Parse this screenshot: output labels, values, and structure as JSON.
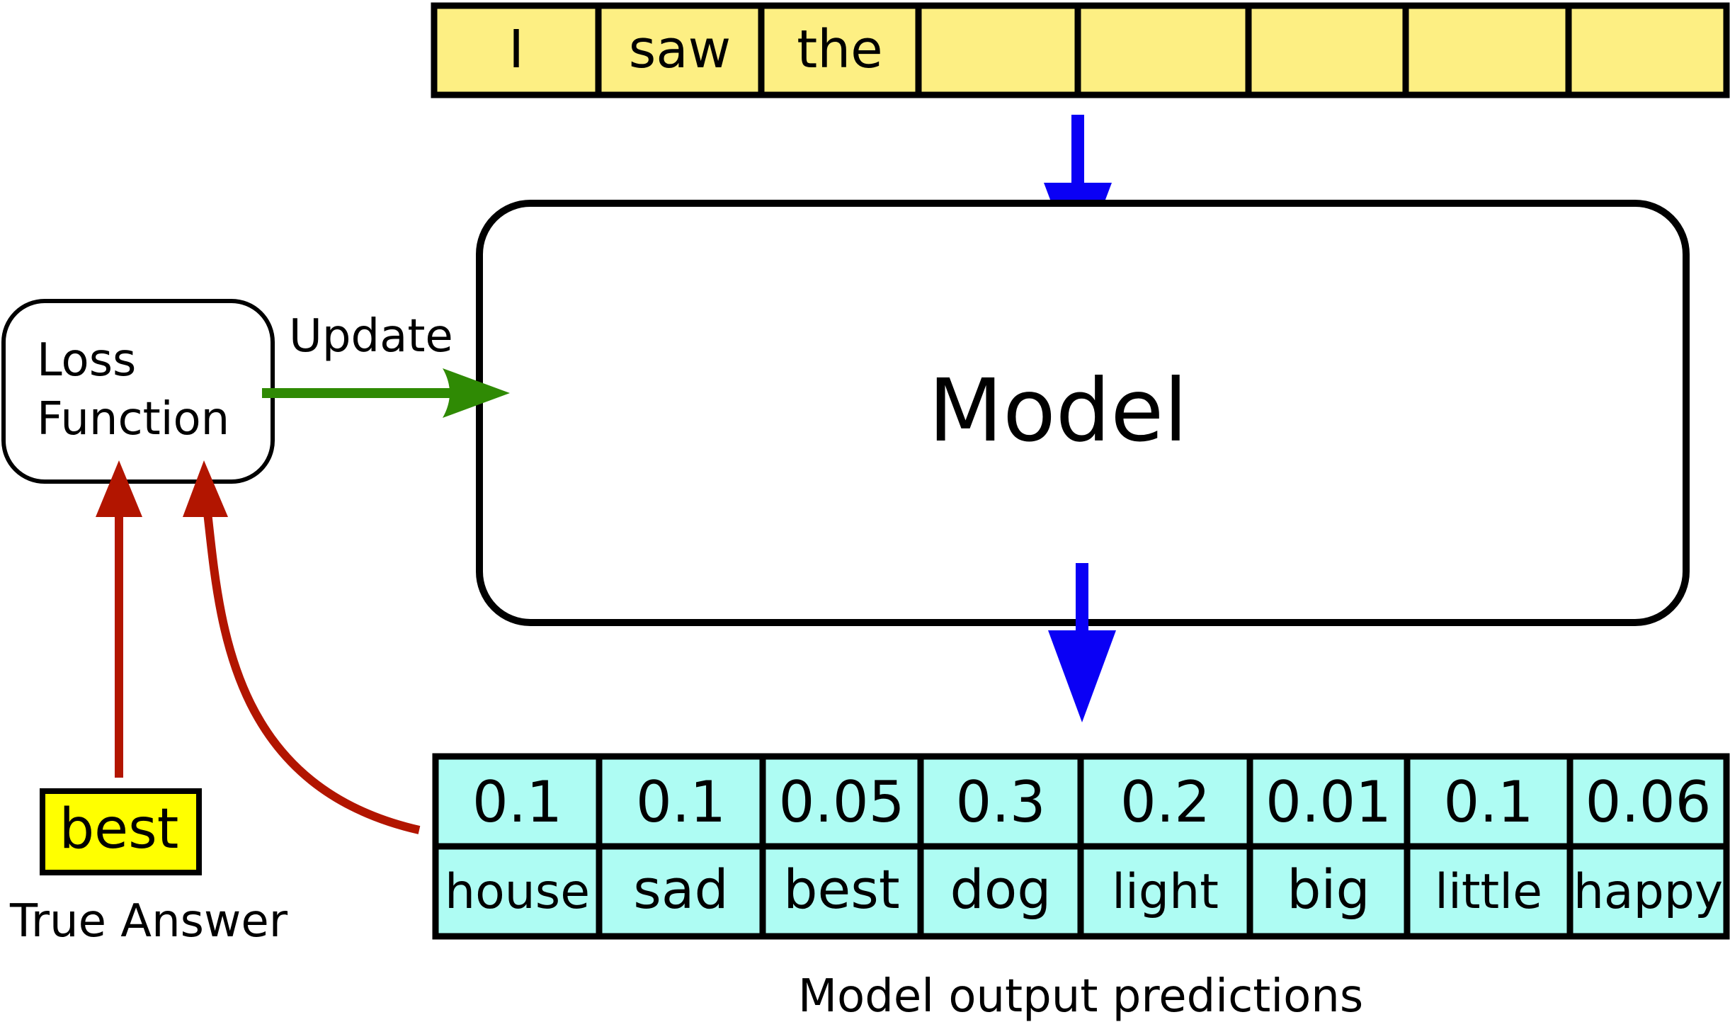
{
  "input_tokens": [
    "I",
    "saw",
    "the",
    "",
    "",
    "",
    "",
    ""
  ],
  "model": {
    "label": "Model"
  },
  "loss": {
    "line1": "Loss",
    "line2": "Function"
  },
  "update": {
    "label": "Update"
  },
  "true_answer": {
    "word": "best",
    "caption": "True Answer"
  },
  "predictions": {
    "probabilities": [
      "0.1",
      "0.1",
      "0.05",
      "0.3",
      "0.2",
      "0.01",
      "0.1",
      "0.06"
    ],
    "words": [
      "house",
      "sad",
      "best",
      "dog",
      "light",
      "big",
      "little",
      "happy"
    ],
    "caption": "Model output predictions"
  },
  "colors": {
    "input_fill": "#fdef83",
    "prediction_fill": "#aefcf3",
    "answer_fill": "#ffff00",
    "flow_arrow": "#0a00f5",
    "update_arrow": "#2f8a04",
    "loss_arrow": "#b21500"
  }
}
